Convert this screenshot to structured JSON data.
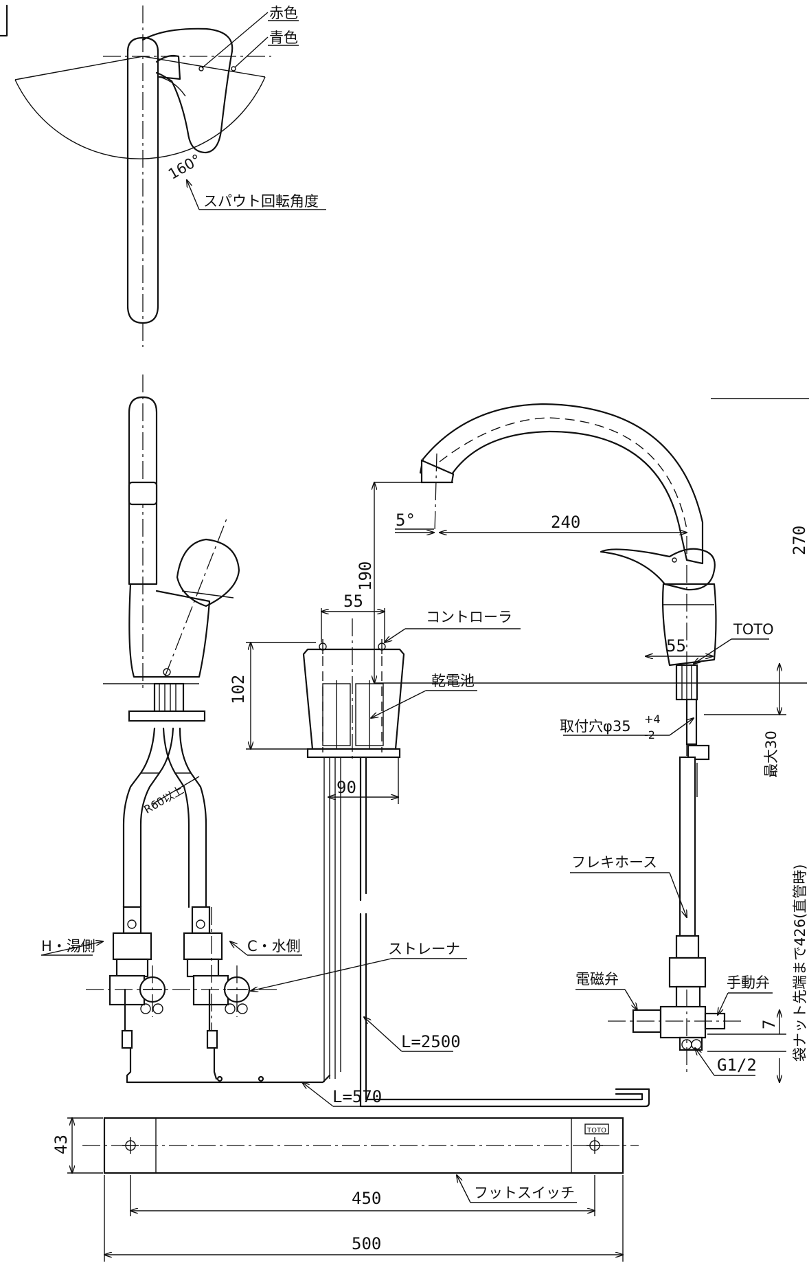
{
  "labels": {
    "red": "赤色",
    "blue": "青色",
    "rotation_angle": "160°",
    "spout_rotation": "スパウト回転角度",
    "r60": "R60以上",
    "hot_side": "H・湯側",
    "cold_side": "C・水側",
    "strainer": "ストレーナ",
    "controller": "コントローラ",
    "battery": "乾電池",
    "flex_hose": "フレキホース",
    "solenoid_valve": "電磁弁",
    "manual_valve": "手動弁",
    "foot_switch": "フットスイッチ",
    "toto": "TOTO",
    "toto_small": "TOTO",
    "mount_hole": "取付穴φ35",
    "mount_hole_tol_plus": "+4",
    "mount_hole_tol_minus": "-2",
    "max30": "最大30",
    "bag_nut": "袋ナット先端まで426(直管時)",
    "g12": "G1/2"
  },
  "dimensions": {
    "d55_ctrl": "55",
    "d102": "102",
    "d90": "90",
    "d2500": "L=2500",
    "d570": "L=570",
    "d43": "43",
    "d450": "450",
    "d500": "500",
    "d5deg": "5°",
    "d240": "240",
    "d190": "190",
    "d270": "270",
    "d55_base": "55",
    "d7": "7"
  }
}
